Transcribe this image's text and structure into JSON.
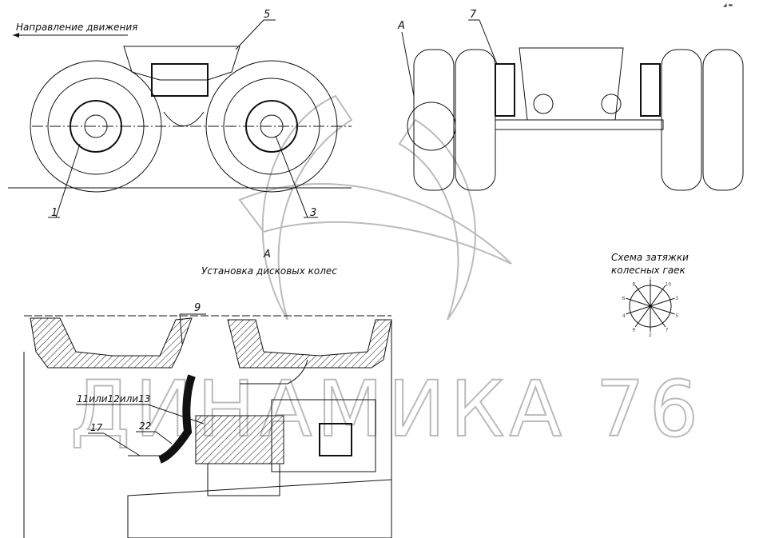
{
  "drawing": {
    "direction_label": "Направление движения",
    "callouts": {
      "c5": "5",
      "c7": "7",
      "c1": "1",
      "c3": "3",
      "c9": "9",
      "c11": "11или12или13",
      "c17": "17",
      "c22": "22"
    },
    "view_a_marker": "A",
    "section": {
      "letter": "A",
      "title": "Установка дисковых колес"
    },
    "nut_scheme": {
      "title_line1": "Схема затяжки",
      "title_line2": "колесных гаек",
      "order_labels": [
        "1",
        "10",
        "3",
        "5",
        "7",
        "2",
        "9",
        "4",
        "6",
        "8"
      ]
    },
    "watermark": "ДИНАМИКА 76"
  }
}
